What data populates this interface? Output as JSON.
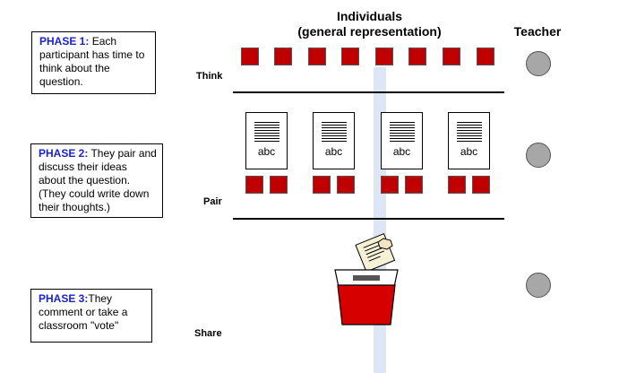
{
  "header": {
    "individuals_line1": "Individuals",
    "individuals_line2": "(general representation)",
    "teacher": "Teacher"
  },
  "phases": [
    {
      "label": "PHASE 1:",
      "text": "  Each participant has time to think about the question."
    },
    {
      "label": "PHASE 2:",
      "text": " They pair and discuss their ideas about the question. (They could write down their thoughts.)"
    },
    {
      "label": "PHASE 3:",
      "text": "They comment or take a classroom \"vote\""
    }
  ],
  "stages": {
    "think": "Think",
    "pair": "Pair",
    "share": "Share"
  },
  "pair_doc_text": [
    "abc",
    "abc",
    "abc",
    "abc"
  ],
  "colors": {
    "square": "#c00000",
    "phase_label": "#1a23c8",
    "teacher_circle": "#a7a7a7",
    "ballot_box": "#d60000"
  },
  "icons": {
    "ballot": "ballot-box-icon",
    "teacher": "teacher-circle-icon",
    "document": "document-icon"
  }
}
